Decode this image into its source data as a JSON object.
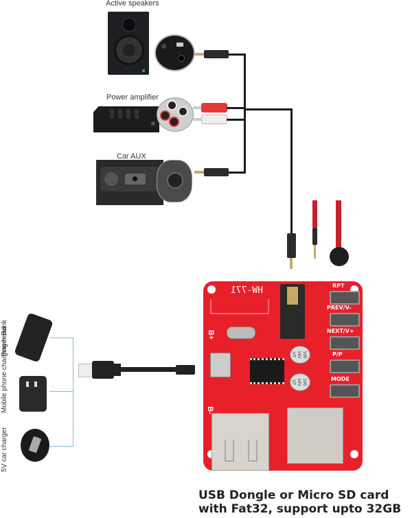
{
  "devices": {
    "outputs": [
      {
        "label": "Active speakers",
        "connector": "3.5mm stereo jack"
      },
      {
        "label": "Power amplifier",
        "connector": "RCA red/white"
      },
      {
        "label": "Car AUX",
        "connector": "3.5mm stereo jack"
      }
    ],
    "power_sources": [
      {
        "label": "Power Bank"
      },
      {
        "label": "Mobile phone charging head"
      },
      {
        "label": "5V car charger"
      }
    ]
  },
  "board": {
    "model": "HW-771",
    "silk_plus": "B+",
    "silk_minus": "B-",
    "cap_value": "100",
    "cap_voltage": "16V",
    "cap_brand": "VT",
    "buttons": [
      {
        "label": "RPT"
      },
      {
        "label": "PREV/V-"
      },
      {
        "label": "NEXT/V+"
      },
      {
        "label": "P/P"
      },
      {
        "label": "MODE"
      }
    ]
  },
  "colors": {
    "pcb_red": "#e8202a",
    "wire": "#1a1a1a",
    "power_line": "#7fbfcf",
    "rca_red": "#e53935",
    "rca_white": "#eeeeee"
  },
  "caption": {
    "line1": "USB Dongle or Micro SD card",
    "line2": "with Fat32, support upto 32GB"
  }
}
